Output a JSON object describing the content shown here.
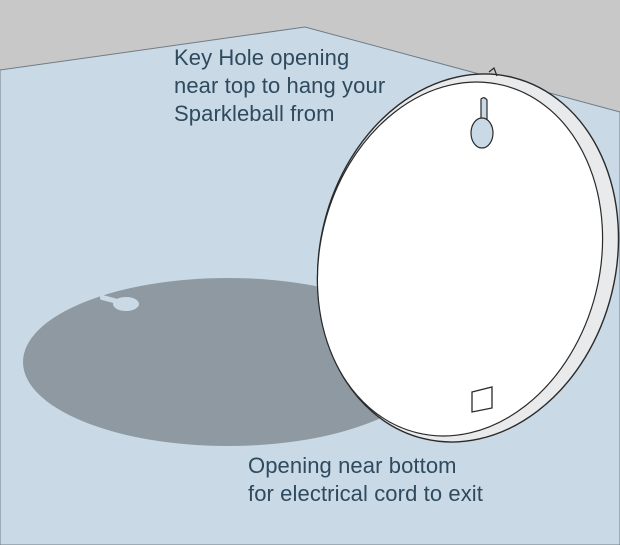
{
  "annotations": {
    "top": {
      "lines": [
        "Key Hole opening",
        "near top to hang your",
        "Sparkleball from"
      ]
    },
    "bottom": {
      "lines": [
        "Opening near bottom",
        "for electrical cord to exit"
      ]
    }
  },
  "colors": {
    "background": "#c8c8c8",
    "floor": "#c9dae6",
    "shadow": "#8e99a2",
    "disc_face": "#ffffff",
    "disc_rim": "#e8eaeb",
    "outline": "#2a2a2a",
    "text": "#2f4a5e"
  }
}
